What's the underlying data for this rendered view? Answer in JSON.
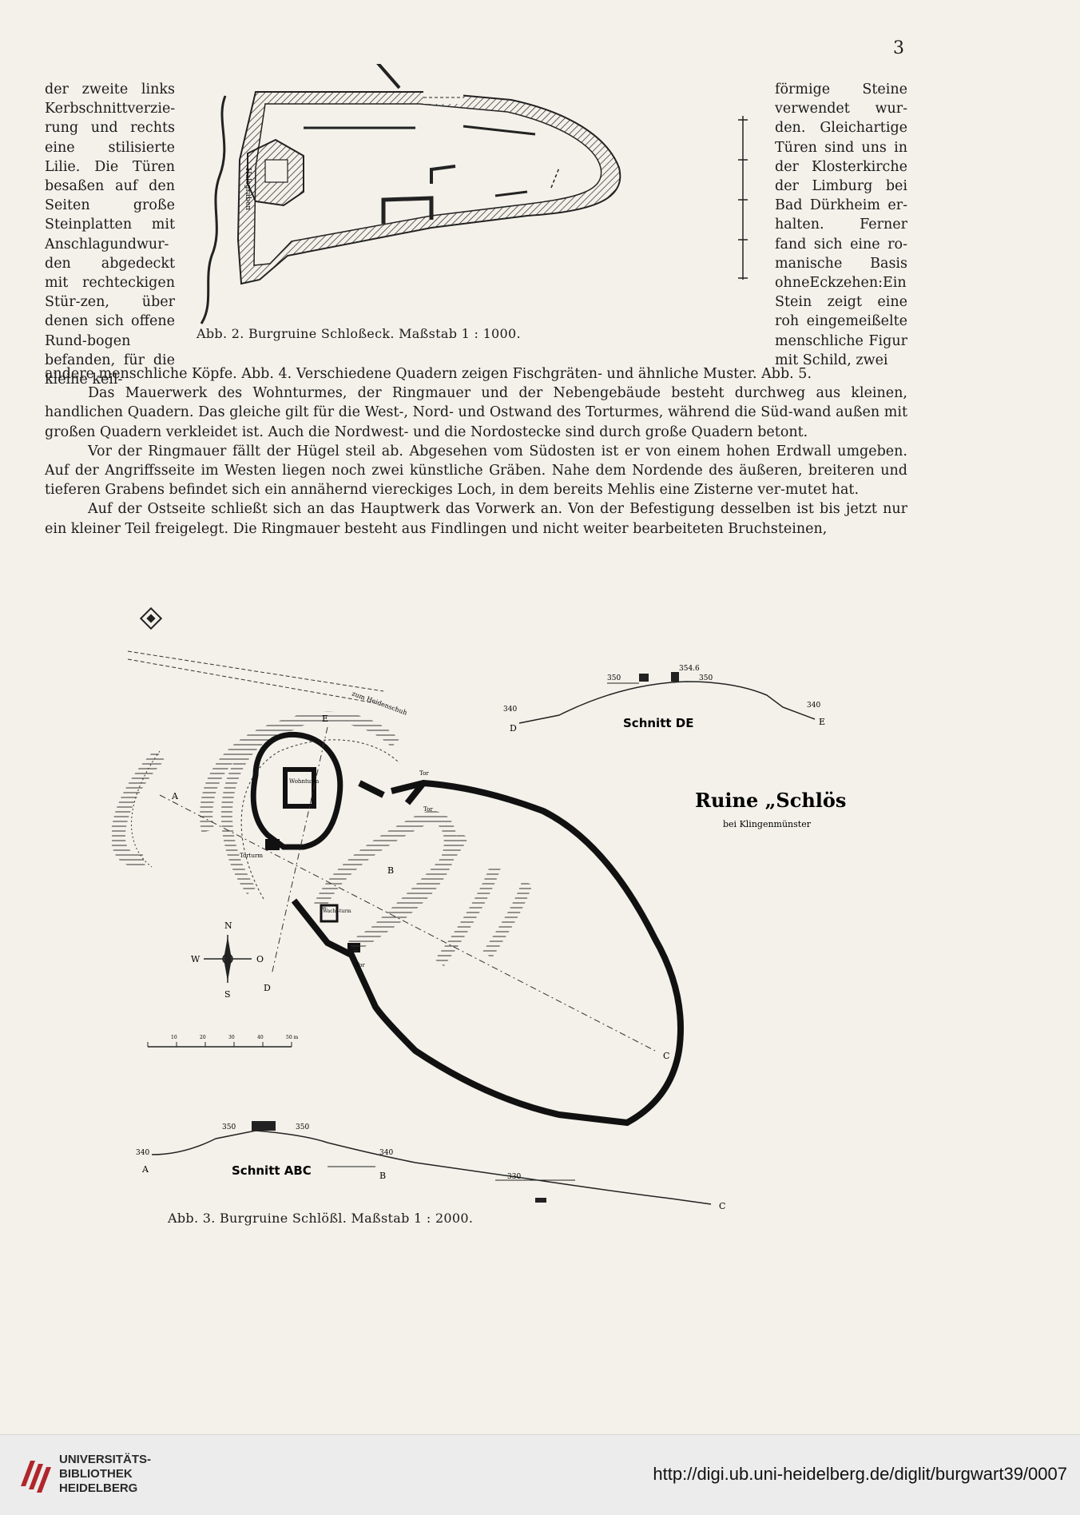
{
  "page": {
    "number": "3"
  },
  "left_column": [
    "der zweite links Kerbschnittverzie-rung und rechts eine stilisierte Lilie. Die Türen besaßen auf den Seiten große Steinplatten mit Anschlagundwur-den abgedeckt mit rechteckigen Stür-zen, über denen sich offene Rund-bogen befanden, für die kleine keil-"
  ],
  "right_column": [
    "förmige Steine verwendet wur-den. Gleichartige Türen sind uns in der Klosterkirche der Limburg bei Bad Dürkheim er-halten. Ferner fand sich eine ro-manische Basis ohneEckzehen:Ein Stein zeigt eine roh eingemeißelte menschliche Figur mit Schild, zwei"
  ],
  "figure2": {
    "caption": "Abb. 2. Burgruine Schloßeck. Maßstab 1 : 1000.",
    "slope_label": "Halsgraben"
  },
  "body_paragraphs": [
    "andere menschliche Köpfe. Abb. 4. Verschiedene Quadern zeigen Fischgräten- und ähnliche Muster. Abb. 5.",
    "Das Mauerwerk des Wohnturmes, der Ringmauer und der Nebengebäude besteht durchweg aus kleinen, handlichen Quadern. Das gleiche gilt für die West-, Nord- und Ostwand des Torturmes, während die Süd-wand außen mit großen Quadern verkleidet ist. Auch die Nordwest- und die Nordostecke sind durch große Quadern betont.",
    "Vor der Ringmauer fällt der Hügel steil ab. Abgesehen vom Südosten ist er von einem hohen Erdwall umgeben. Auf der Angriffsseite im Westen liegen noch zwei künstliche Gräben. Nahe dem Nordende des äußeren, breiteren und tieferen Grabens befindet sich ein annähernd viereckiges Loch, in dem bereits Mehlis eine Zisterne ver-mutet hat.",
    "Auf der Ostseite schließt sich an das Hauptwerk das Vorwerk an. Von der Befestigung desselben ist bis jetzt nur ein kleiner Teil freigelegt. Die Ringmauer besteht aus Findlingen und nicht weiter bearbeiteten Bruchsteinen,"
  ],
  "figure3": {
    "caption": "Abb. 3. Burgruine Schlößl. Maßstab 1 : 2000.",
    "title": "Ruine „Schlössl“",
    "subtitle": "bei Klingenmünster",
    "section_de": {
      "title": "Schnitt DE",
      "labels": [
        "D",
        "E",
        "340",
        "350",
        "354.6",
        "350",
        "340"
      ]
    },
    "section_abc": {
      "title": "Schnitt ABC",
      "labels": [
        "A",
        "B",
        "C",
        "340",
        "350",
        "350",
        "340",
        "330"
      ]
    },
    "plan_labels": {
      "wohnturm": "Wohnturm",
      "torturm": "Torturm",
      "tor_1": "Tor",
      "tor_2": "Tor",
      "tor_3": "Tor",
      "wachturm": "Wacht-turm",
      "zum_heidenschuh": "zum Heidenschuh",
      "a": "A",
      "b": "B",
      "c": "C",
      "d": "D",
      "e": "E"
    },
    "compass": {
      "n": "N",
      "s": "S",
      "w": "W",
      "o": "O"
    },
    "scale": [
      "10",
      "20",
      "30",
      "40",
      "50 m"
    ]
  },
  "footer": {
    "library_lines": [
      "UNIVERSITÄTS-",
      "BIBLIOTHEK",
      "HEIDELBERG"
    ],
    "url": "http://digi.ub.uni-heidelberg.de/diglit/burgwart39/0007"
  }
}
